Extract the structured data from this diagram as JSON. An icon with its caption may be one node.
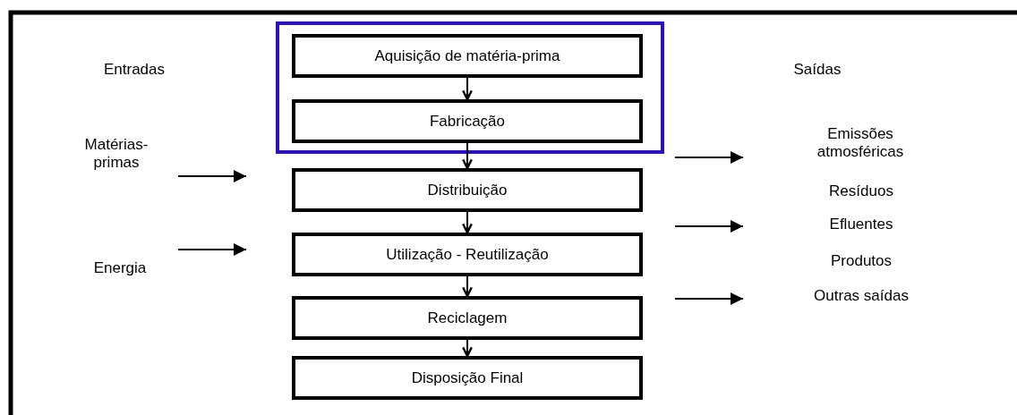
{
  "diagram": {
    "nodes": [
      {
        "text": [],
        "shape": "box"
      },
      {
        "text": [
          "Aquisição de matéria-prima"
        ],
        "in": 0
      },
      {
        "text": [
          "Fabricação"
        ],
        "in": 0
      },
      {
        "text": [
          "Distribuição"
        ]
      },
      {
        "text": [
          "Utilização - Reutilização"
        ]
      },
      {
        "text": [
          "Reciclagem"
        ]
      },
      {
        "text": [
          "Disposição Final"
        ]
      }
    ],
    "edges": [
      {
        "from": 1,
        "to": 2,
        "arrow": "to"
      },
      {
        "from": 2,
        "to": 3,
        "arrow": "to"
      },
      {
        "from": 3,
        "to": 4,
        "arrow": "to"
      },
      {
        "from": 4,
        "to": 5,
        "arrow": "to"
      },
      {
        "from": 5,
        "to": 6,
        "arrow": "to"
      }
    ],
    "labels": [
      "Entradas",
      "Matérias-primas",
      "Energia",
      "Saídas",
      "Emissões atmosféricas",
      "Resíduos",
      "Efluentes",
      "Produtos",
      "Outras saídas"
    ]
  }
}
